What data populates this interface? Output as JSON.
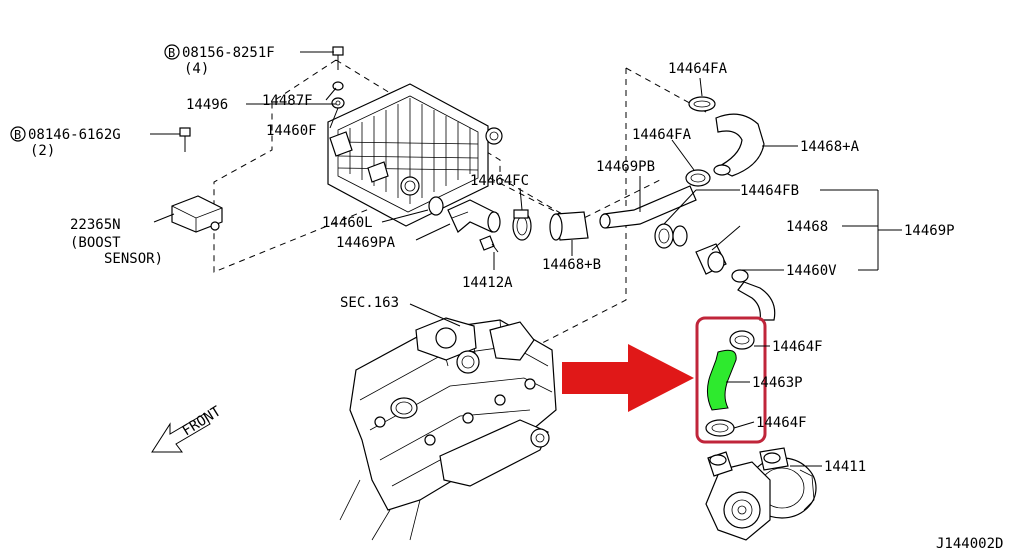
{
  "diagram_id": "J144002D",
  "colors": {
    "highlight_part": "#2eea2e",
    "highlight_box": "#c0253a",
    "arrow": "#e01818",
    "line": "#000000"
  },
  "bolts": [
    {
      "circle_letter": "B",
      "number": "08156-8251F",
      "qty": "(4)"
    },
    {
      "circle_letter": "B",
      "number": "08146-6162G",
      "qty": "(2)"
    }
  ],
  "labels": {
    "p14496": "14496",
    "p14487F": "14487F",
    "p14460F": "14460F",
    "p22365N": "22365N",
    "boost1": "(BOOST",
    "boost2": "SENSOR)",
    "p14460L": "14460L",
    "p14469PA": "14469PA",
    "p14464FC": "14464FC",
    "p14412A": "14412A",
    "p14468B": "14468+B",
    "p14469PB": "14469PB",
    "p14464FA_top": "14464FA",
    "p14464FA_mid": "14464FA",
    "p14468A": "14468+A",
    "p14464FB": "14464FB",
    "p14468": "14468",
    "p14469P": "14469P",
    "p14460V": "14460V",
    "sec163": "SEC.163",
    "p14464F_top": "14464F",
    "p14463P": "14463P",
    "p14464F_bot": "14464F",
    "p14411": "14411",
    "front": "FRONT"
  }
}
